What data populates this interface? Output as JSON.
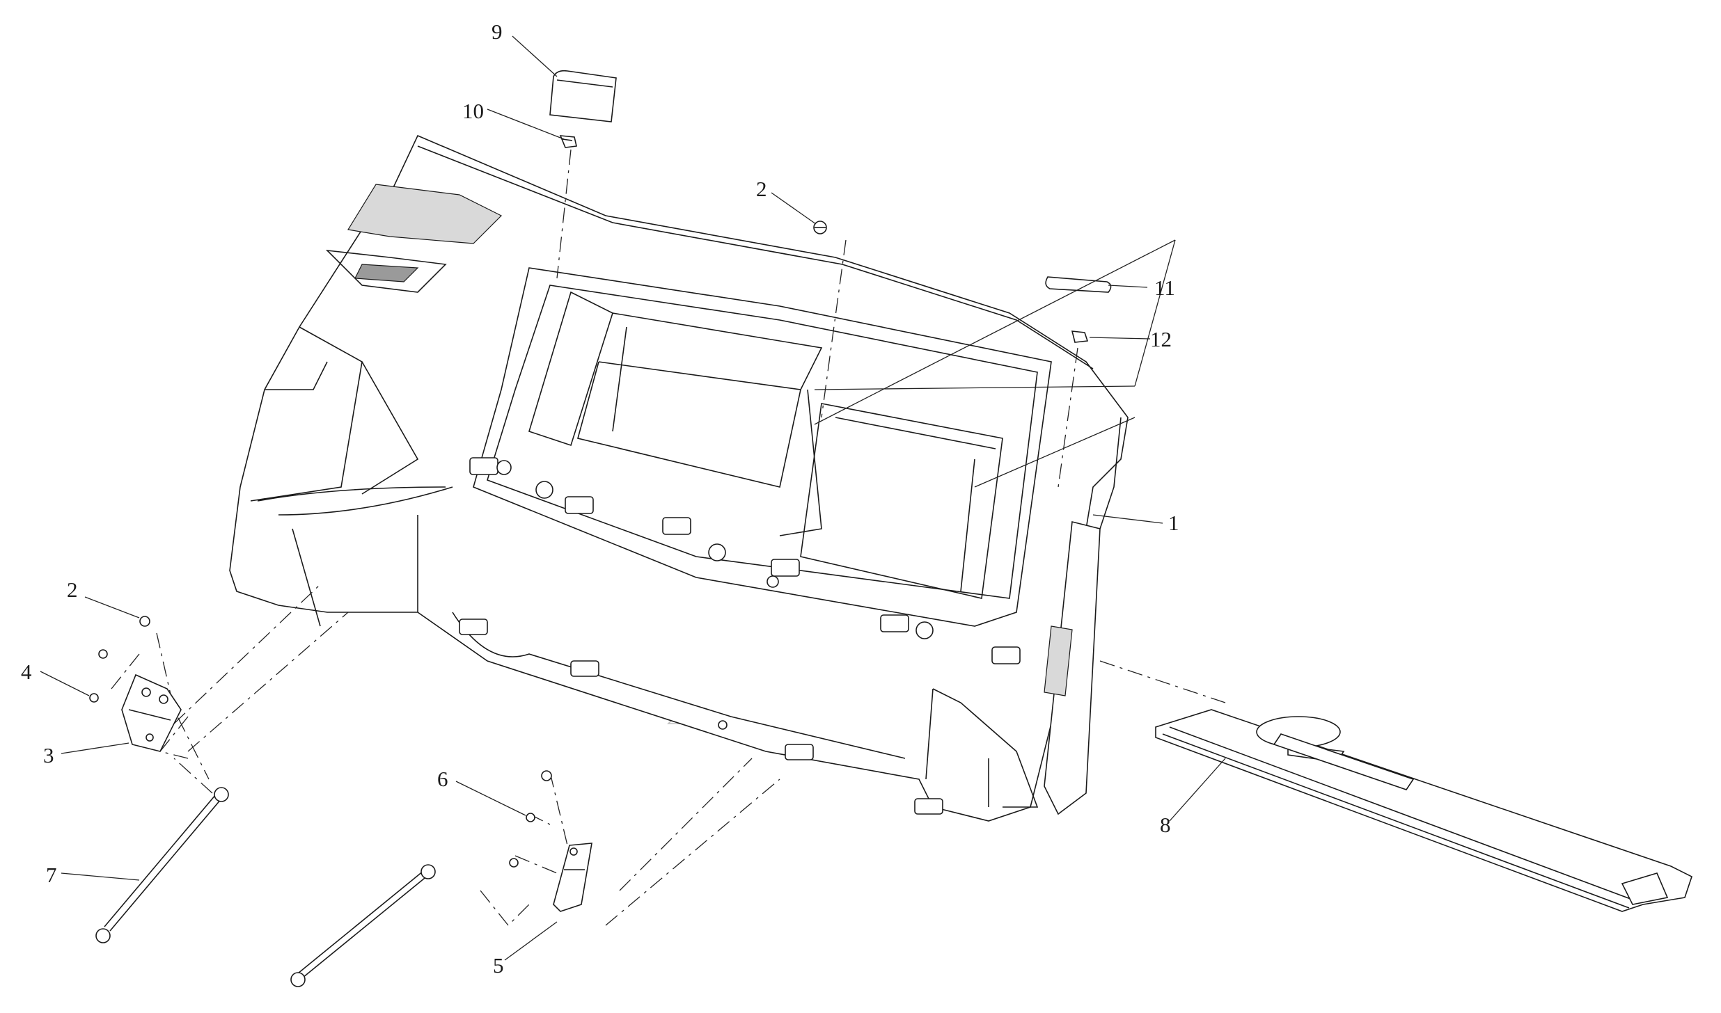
{
  "callouts": [
    {
      "id": "1",
      "label": "1"
    },
    {
      "id": "2a",
      "label": "2"
    },
    {
      "id": "2b",
      "label": "2"
    },
    {
      "id": "3",
      "label": "3"
    },
    {
      "id": "4",
      "label": "4"
    },
    {
      "id": "5",
      "label": "5"
    },
    {
      "id": "6",
      "label": "6"
    },
    {
      "id": "7",
      "label": "7"
    },
    {
      "id": "8",
      "label": "8"
    },
    {
      "id": "9",
      "label": "9"
    },
    {
      "id": "10",
      "label": "10"
    },
    {
      "id": "11",
      "label": "11"
    },
    {
      "id": "12",
      "label": "12"
    }
  ],
  "colors": {
    "line": "#1a1a1a",
    "background": "#ffffff",
    "watermark": "#8a8a8a"
  }
}
